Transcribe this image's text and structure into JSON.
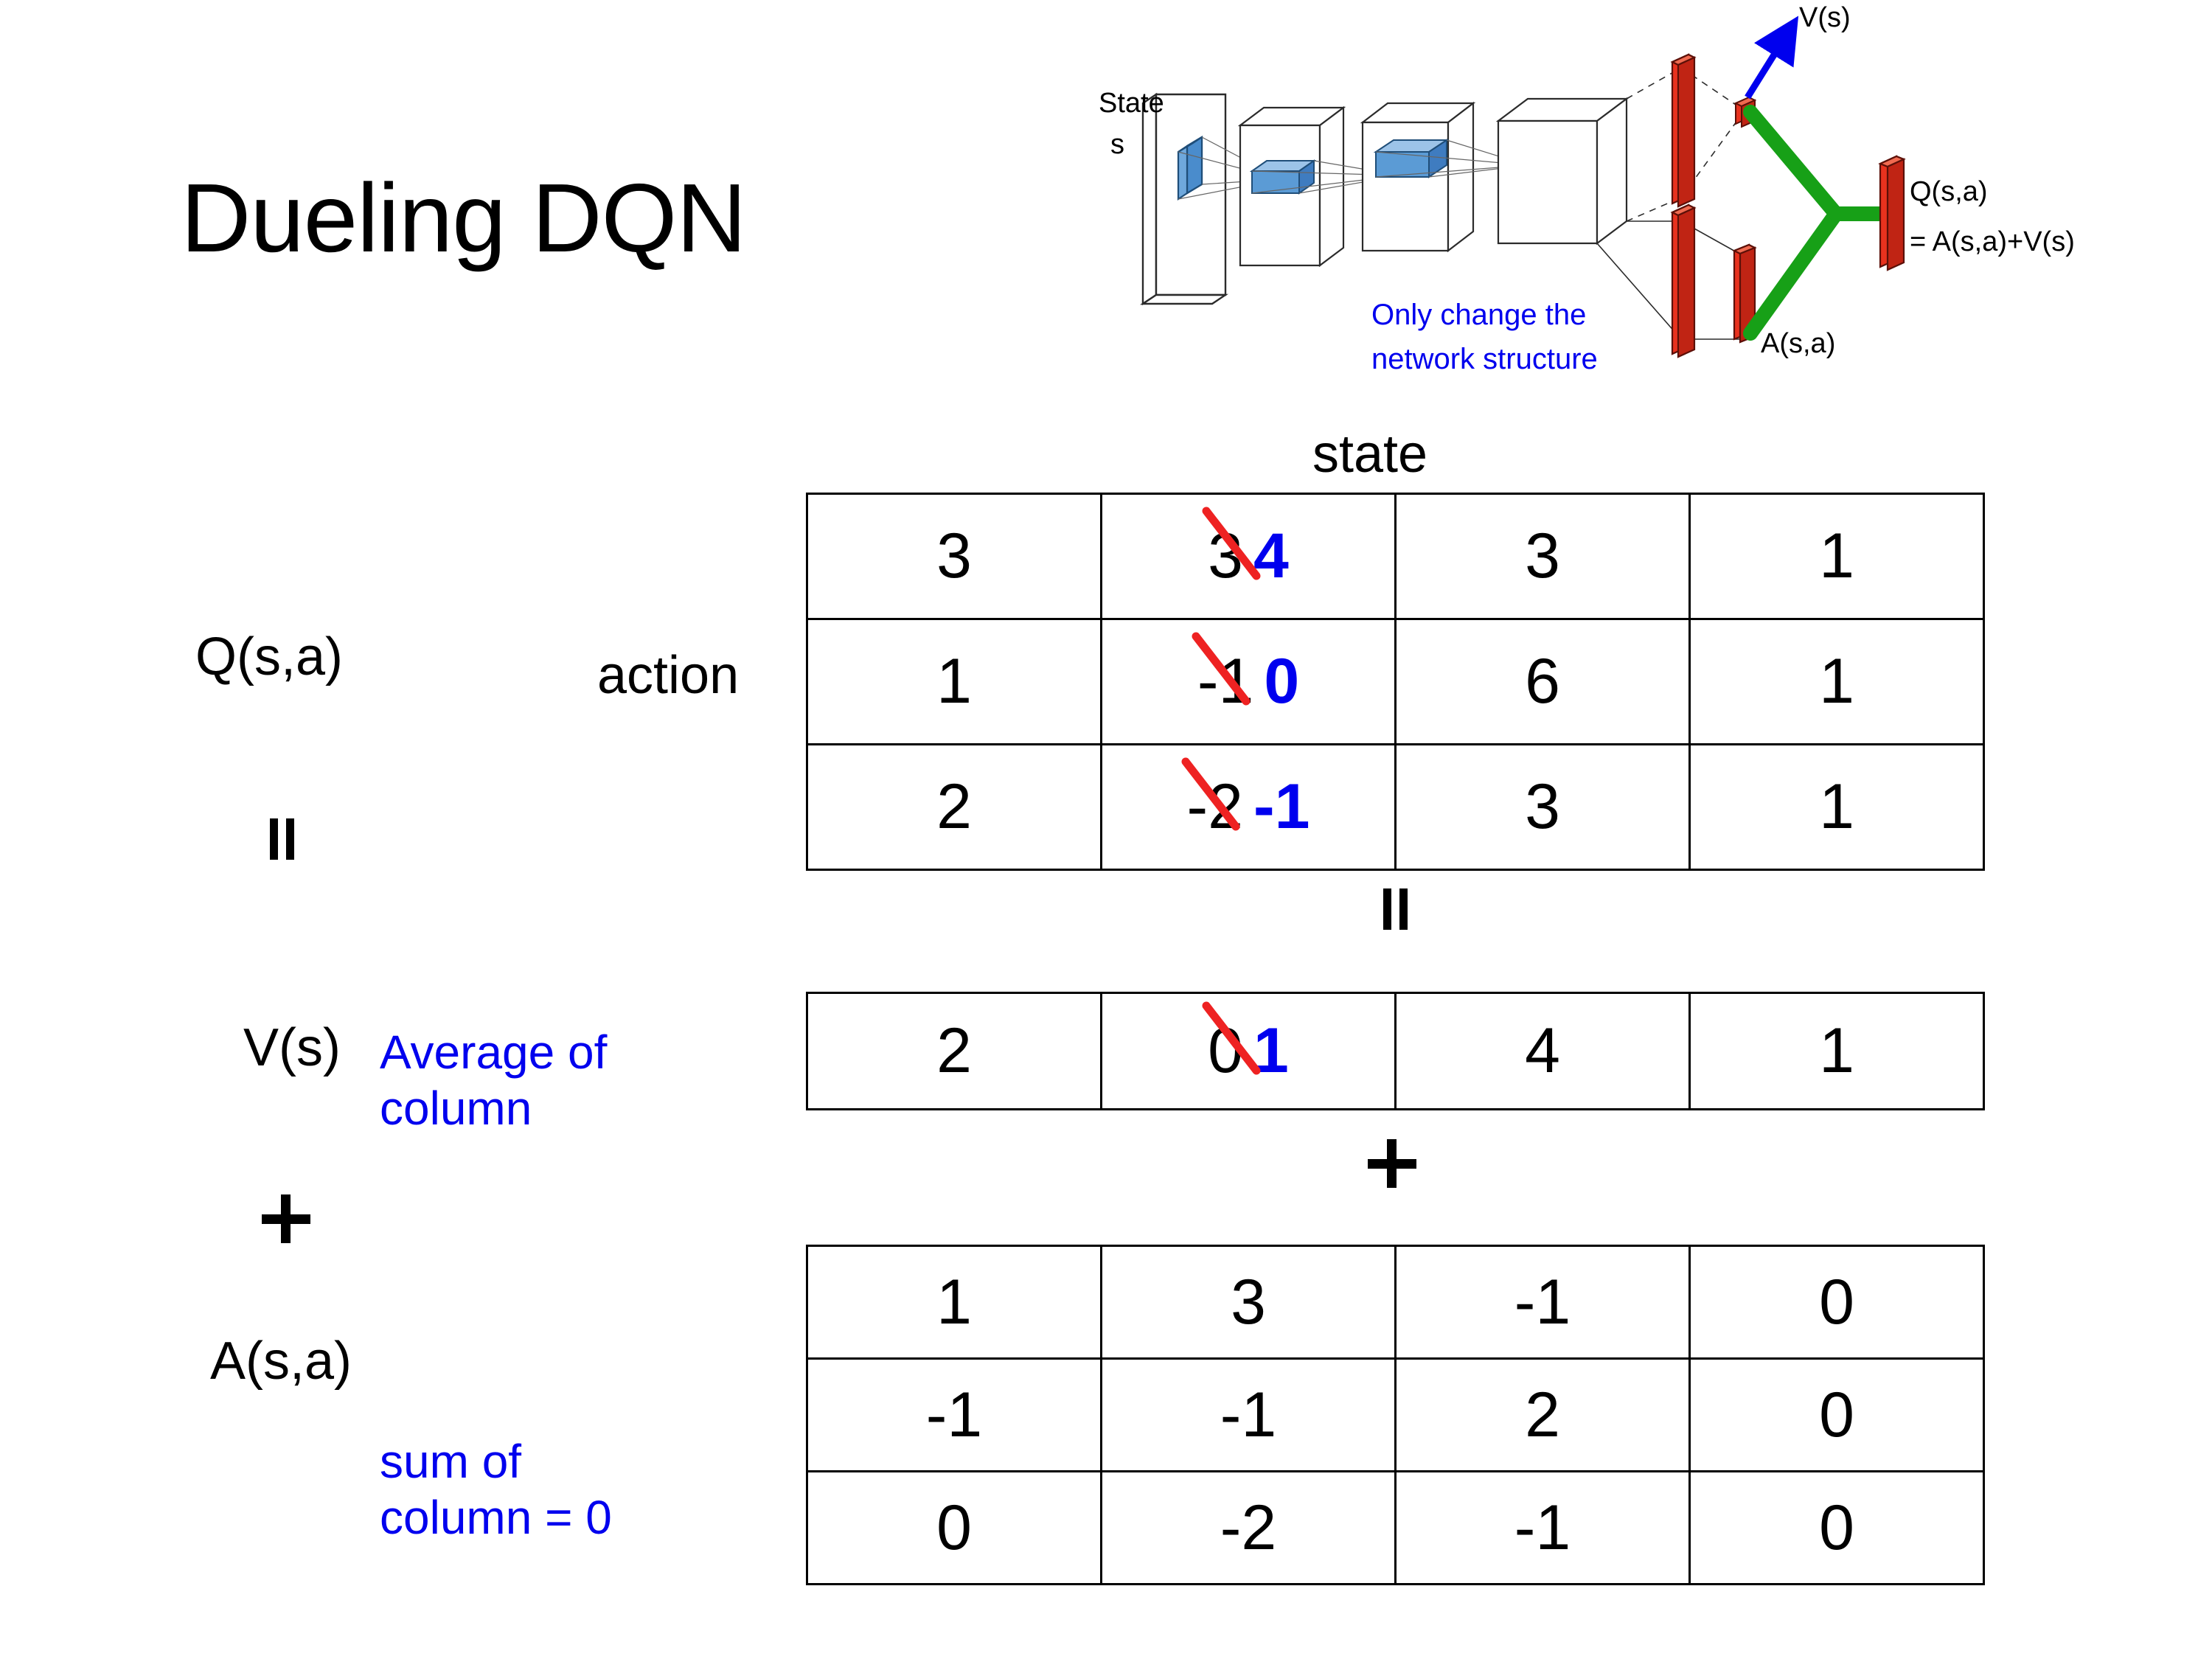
{
  "slide": {
    "title": "Dueling DQN"
  },
  "labels": {
    "q_label": "Q(s,a)",
    "v_label": "V(s)",
    "a_label": "A(s,a)",
    "action_axis": "action",
    "state_axis": "state",
    "equals": "=",
    "plus": "+"
  },
  "notes": {
    "average_of_column": "Average of\ncolumn",
    "sum_of_column": "sum of\ncolumn = 0"
  },
  "diagram": {
    "input_label": "State\ns",
    "note": "Only change the\nnetwork structure",
    "value_label": "V(s)",
    "advantage_label": "A(s,a)",
    "q_label_line1": "Q(s,a)",
    "q_label_line2": "= A(s,a)+V(s)"
  },
  "colors": {
    "accent_blue": "#0000ee",
    "strike_red": "#ee2222",
    "bar_red": "#e8321e",
    "bar_blue": "#5b9bd5",
    "link_green": "#17a017",
    "outline": "#000000"
  },
  "chart_data": {
    "type": "table",
    "title": "Q(s,a) = V(s) + A(s,a)",
    "xlabel": "state",
    "ylabel": "action",
    "tables": [
      {
        "name": "Q(s,a)",
        "rows": [
          [
            {
              "value": "3"
            },
            {
              "value": "3",
              "struck": true,
              "replacement": "4"
            },
            {
              "value": "3"
            },
            {
              "value": "1"
            }
          ],
          [
            {
              "value": "1"
            },
            {
              "value": "-1",
              "struck": true,
              "replacement": "0"
            },
            {
              "value": "6"
            },
            {
              "value": "1"
            }
          ],
          [
            {
              "value": "2"
            },
            {
              "value": "-2",
              "struck": true,
              "replacement": "-1"
            },
            {
              "value": "3"
            },
            {
              "value": "1"
            }
          ]
        ]
      },
      {
        "name": "V(s)",
        "rows": [
          [
            {
              "value": "2"
            },
            {
              "value": "0",
              "struck": true,
              "replacement": "1"
            },
            {
              "value": "4"
            },
            {
              "value": "1"
            }
          ]
        ]
      },
      {
        "name": "A(s,a)",
        "rows": [
          [
            {
              "value": "1"
            },
            {
              "value": "3"
            },
            {
              "value": "-1"
            },
            {
              "value": "0"
            }
          ],
          [
            {
              "value": "-1"
            },
            {
              "value": "-1"
            },
            {
              "value": "2"
            },
            {
              "value": "0"
            }
          ],
          [
            {
              "value": "0"
            },
            {
              "value": "-2"
            },
            {
              "value": "-1"
            },
            {
              "value": "0"
            }
          ]
        ]
      }
    ]
  }
}
